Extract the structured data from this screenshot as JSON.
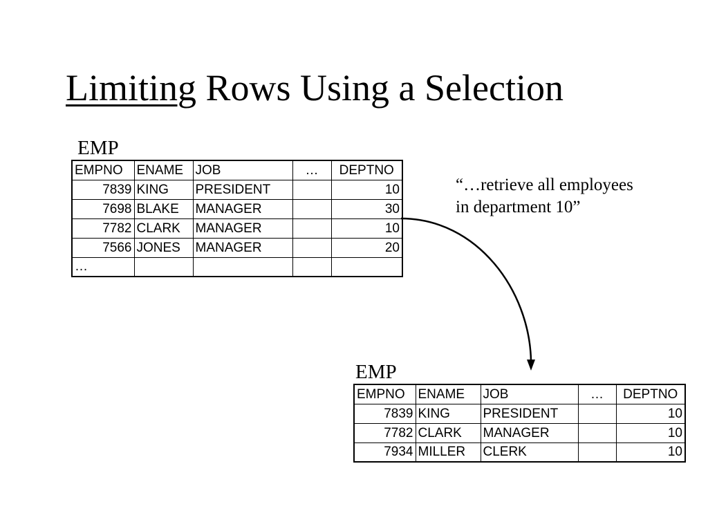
{
  "title": {
    "underlined": "Limiting",
    "rest": " Rows Using a Selection"
  },
  "source_table": {
    "label": "EMP",
    "headers": [
      "EMPNO",
      "ENAME",
      "JOB",
      "…",
      "DEPTNO"
    ],
    "rows": [
      [
        "7839",
        "KING",
        "PRESIDENT",
        "",
        "10"
      ],
      [
        "7698",
        "BLAKE",
        "MANAGER",
        "",
        "30"
      ],
      [
        "7782",
        "CLARK",
        "MANAGER",
        "",
        "10"
      ],
      [
        "7566",
        "JONES",
        "MANAGER",
        "",
        "20"
      ],
      [
        "…",
        "",
        "",
        "",
        ""
      ]
    ]
  },
  "quote": {
    "line1": "“…retrieve all employees",
    "line2": "in department 10”"
  },
  "result_table": {
    "label": "EMP",
    "headers": [
      "EMPNO",
      "ENAME",
      "JOB",
      "…",
      "DEPTNO"
    ],
    "rows": [
      [
        "7839",
        "KING",
        "PRESIDENT",
        "",
        "10"
      ],
      [
        "7782",
        "CLARK",
        "MANAGER",
        "",
        "10"
      ],
      [
        "7934",
        "MILLER",
        "CLERK",
        "",
        "10"
      ]
    ]
  }
}
